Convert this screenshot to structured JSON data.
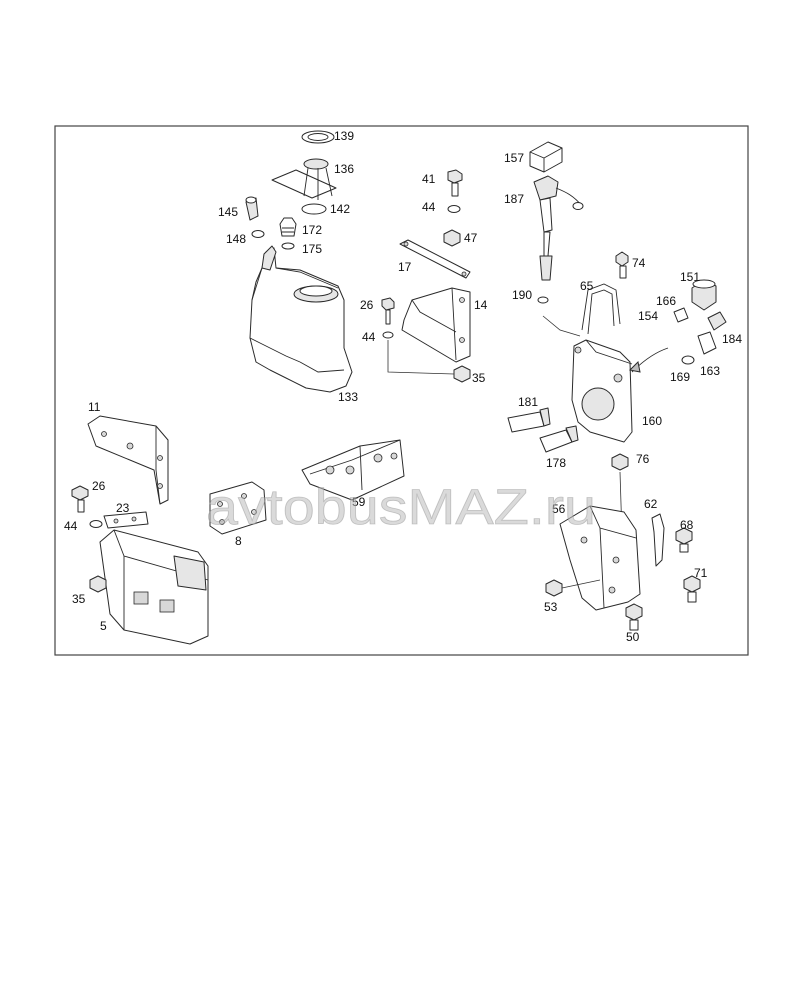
{
  "watermark": "avtobusMAZ.ru",
  "callouts": {
    "c139": "139",
    "c136": "136",
    "c142": "142",
    "c145": "145",
    "c172": "172",
    "c148": "148",
    "c175": "175",
    "c133": "133",
    "c41": "41",
    "c44a": "44",
    "c47": "47",
    "c17": "17",
    "c26a": "26",
    "c14": "14",
    "c44b": "44",
    "c35a": "35",
    "c157": "157",
    "c187": "187",
    "c74": "74",
    "c65": "65",
    "c190": "190",
    "c151": "151",
    "c166": "166",
    "c154": "154",
    "c184": "184",
    "c169": "169",
    "c163": "163",
    "c160": "160",
    "c181": "181",
    "c178": "178",
    "c76": "76",
    "c11": "11",
    "c26b": "26",
    "c23": "23",
    "c44c": "44",
    "c35b": "35",
    "c5": "5",
    "c8": "8",
    "c59": "59",
    "c56": "56",
    "c62": "62",
    "c68": "68",
    "c71": "71",
    "c53": "53",
    "c50": "50"
  }
}
